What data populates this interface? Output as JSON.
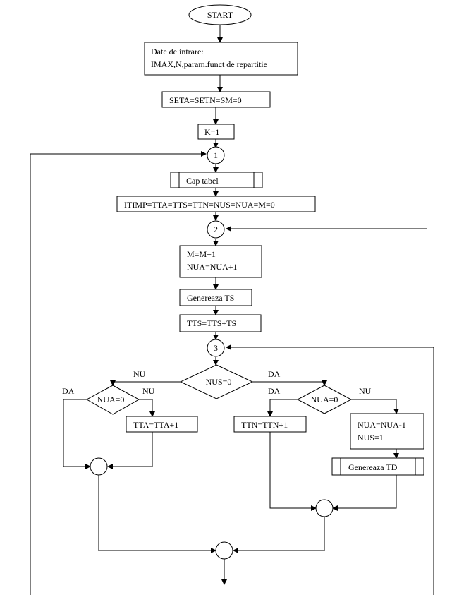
{
  "start": "START",
  "input": {
    "line1": "Date de intrare:",
    "line2": "IMAX,N,param.funct de repartitie"
  },
  "init_sums": "SETA=SETN=SM=0",
  "init_k": "K=1",
  "connector_1": "1",
  "header_sub": "Cap tabel",
  "init_counters": "ITIMP=TTA=TTS=TTN=NUS=NUA=M=0",
  "connector_2": "2",
  "increment": {
    "line1": "M=M+1",
    "line2": "NUA=NUA+1"
  },
  "gen_ts": "Genereaza TS",
  "sum_ts": "TTS=TTS+TS",
  "connector_3": "3",
  "decision_nus": "NUS=0",
  "decision_nua_left": "NUA=0",
  "decision_nua_right": "NUA=0",
  "labels": {
    "nu": "NU",
    "da": "DA"
  },
  "tta_inc": "TTA=TTA+1",
  "ttn_inc": "TTN=TTN+1",
  "nua_dec": {
    "line1": "NUA=NUA-1",
    "line2": "NUS=1"
  },
  "gen_td": "Genereaza TD"
}
